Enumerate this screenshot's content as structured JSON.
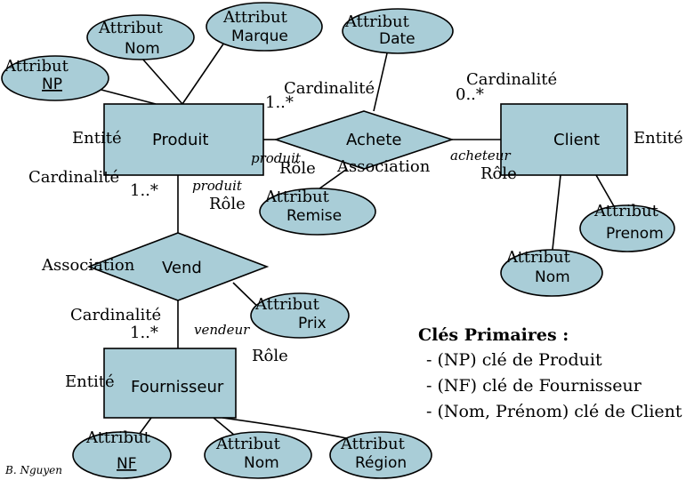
{
  "entities": {
    "produit": "Produit",
    "client": "Client",
    "fournisseur": "Fournisseur"
  },
  "associations": {
    "achete": "Achete",
    "vend": "Vend"
  },
  "attributes": {
    "np": "NP",
    "nom_produit": "Nom",
    "marque": "Marque",
    "date": "Date",
    "remise": "Remise",
    "prenom": "Prenom",
    "nom_client": "Nom",
    "prix": "Prix",
    "nf": "NF",
    "nom_fournisseur": "Nom",
    "region": "Région"
  },
  "annotations": {
    "attribut": "Attribut",
    "entite": "Entité",
    "cardinalite": "Cardinalité",
    "role": "Rôle",
    "association": "Association",
    "card_1n": "1..*",
    "card_0n": "0..*"
  },
  "roles": {
    "produit": "produit",
    "acheteur": "acheteur",
    "vendeur": "vendeur"
  },
  "primary_keys": {
    "title": "Clés Primaires :",
    "lines": [
      "- (NP) clé de Produit",
      "- (NF) clé de Fournisseur",
      "- (Nom, Prénom) clé de Client"
    ]
  },
  "author": "B. Nguyen",
  "colors": {
    "shape_fill": "#a9cdd7",
    "stroke": "#000000"
  }
}
